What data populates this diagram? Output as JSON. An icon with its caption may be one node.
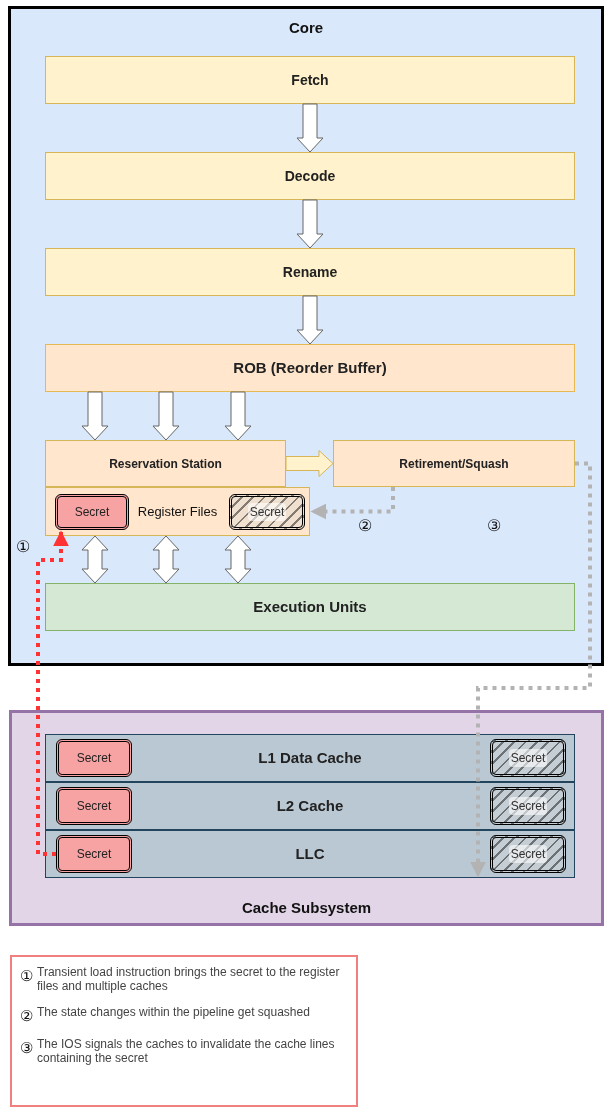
{
  "diagram": {
    "nodes": [
      {
        "text": [
          "Core"
        ]
      },
      {
        "text": [
          "Fetch"
        ],
        "in": 0
      },
      {
        "text": [
          "Decode"
        ],
        "in": 0
      },
      {
        "text": [
          "Rename"
        ],
        "in": 0
      },
      {
        "text": [
          "ROB (Reorder Buffer)"
        ],
        "in": 0
      },
      {
        "text": [
          "Reservation Station"
        ],
        "in": 0
      },
      {
        "text": [
          "Retirement/Squash"
        ],
        "in": 0
      },
      {
        "text": [
          "Register Files"
        ],
        "in": 0
      },
      {
        "text": [
          "Secret"
        ],
        "in": 7
      },
      {
        "text": [
          "Secret"
        ],
        "in": 7
      },
      {
        "text": [
          "Execution Units"
        ],
        "in": 0
      },
      {
        "text": [
          "Cache Subsystem"
        ]
      },
      {
        "text": [
          "L1 Data Cache"
        ],
        "in": 11
      },
      {
        "text": [
          "Secret"
        ],
        "in": 12
      },
      {
        "text": [
          "Secret"
        ],
        "in": 12
      },
      {
        "text": [
          "L2 Cache"
        ],
        "in": 11
      },
      {
        "text": [
          "Secret"
        ],
        "in": 15
      },
      {
        "text": [
          "Secret"
        ],
        "in": 15
      },
      {
        "text": [
          "LLC"
        ],
        "in": 11
      },
      {
        "text": [
          "Secret"
        ],
        "in": 18
      },
      {
        "text": [
          "Secret"
        ],
        "in": 18
      },
      {
        "text": [
          "①",
          "Transient load instruction brings the secret to the register files and multiple caches",
          "②",
          "The state changes within the pipeline get squashed",
          "③",
          "The IOS signals the caches to invalidate the cache lines containing the secret"
        ]
      }
    ],
    "edges": [
      {
        "from": 1,
        "to": 2,
        "arrow": "to"
      },
      {
        "from": 2,
        "to": 3,
        "arrow": "to"
      },
      {
        "from": 3,
        "to": 4,
        "arrow": "to"
      },
      {
        "from": 4,
        "to": 5,
        "arrow": "to"
      },
      {
        "from": 4,
        "to": 5,
        "arrow": "to"
      },
      {
        "from": 4,
        "to": 5,
        "arrow": "to"
      },
      {
        "from": 5,
        "to": 6,
        "arrow": "to",
        "color": "#d6b656"
      },
      {
        "from": 7,
        "to": 10,
        "arrow": "both"
      },
      {
        "from": 7,
        "to": 10,
        "arrow": "both"
      },
      {
        "from": 7,
        "to": 10,
        "arrow": "both"
      },
      {
        "from": 6,
        "to": 7,
        "arrow": "to",
        "style": "dashed",
        "color": "#b3b3b3"
      },
      {
        "from": 6,
        "to": 18,
        "arrow": "to",
        "style": "dashed",
        "color": "#b3b3b3"
      },
      {
        "from": 19,
        "to": 8,
        "arrow": "to",
        "style": "dashed",
        "color": "#ff3333"
      }
    ],
    "labels": [
      "①",
      "②",
      "③"
    ]
  }
}
